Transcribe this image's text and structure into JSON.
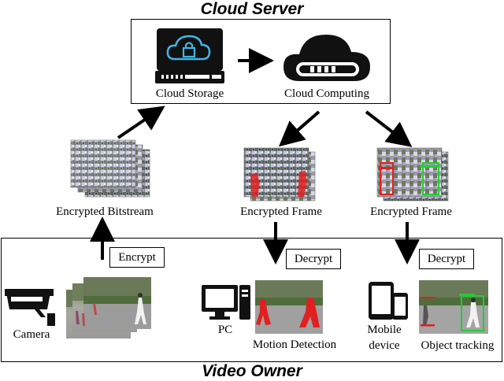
{
  "cloud": {
    "title": "Cloud Server",
    "storage_label": "Cloud Storage",
    "computing_label": "Cloud Computing"
  },
  "middle": {
    "bitstream_label": "Encrypted Bitstream",
    "frame_label_1": "Encrypted Frame",
    "frame_label_2": "Encrypted Frame"
  },
  "owner": {
    "title": "Video Owner",
    "encrypt_label": "Encrypt",
    "decrypt_label_1": "Decrypt",
    "decrypt_label_2": "Decrypt",
    "camera_label": "Camera",
    "pc_label": "PC",
    "motion_label": "Motion Detection",
    "mobile_label_1": "Mobile",
    "mobile_label_2": "device",
    "tracking_label": "Object tracking"
  },
  "colors": {
    "storage_accent": "#3fb6e6",
    "detection_red": "#e02020",
    "tracking_green": "#22cc33"
  }
}
